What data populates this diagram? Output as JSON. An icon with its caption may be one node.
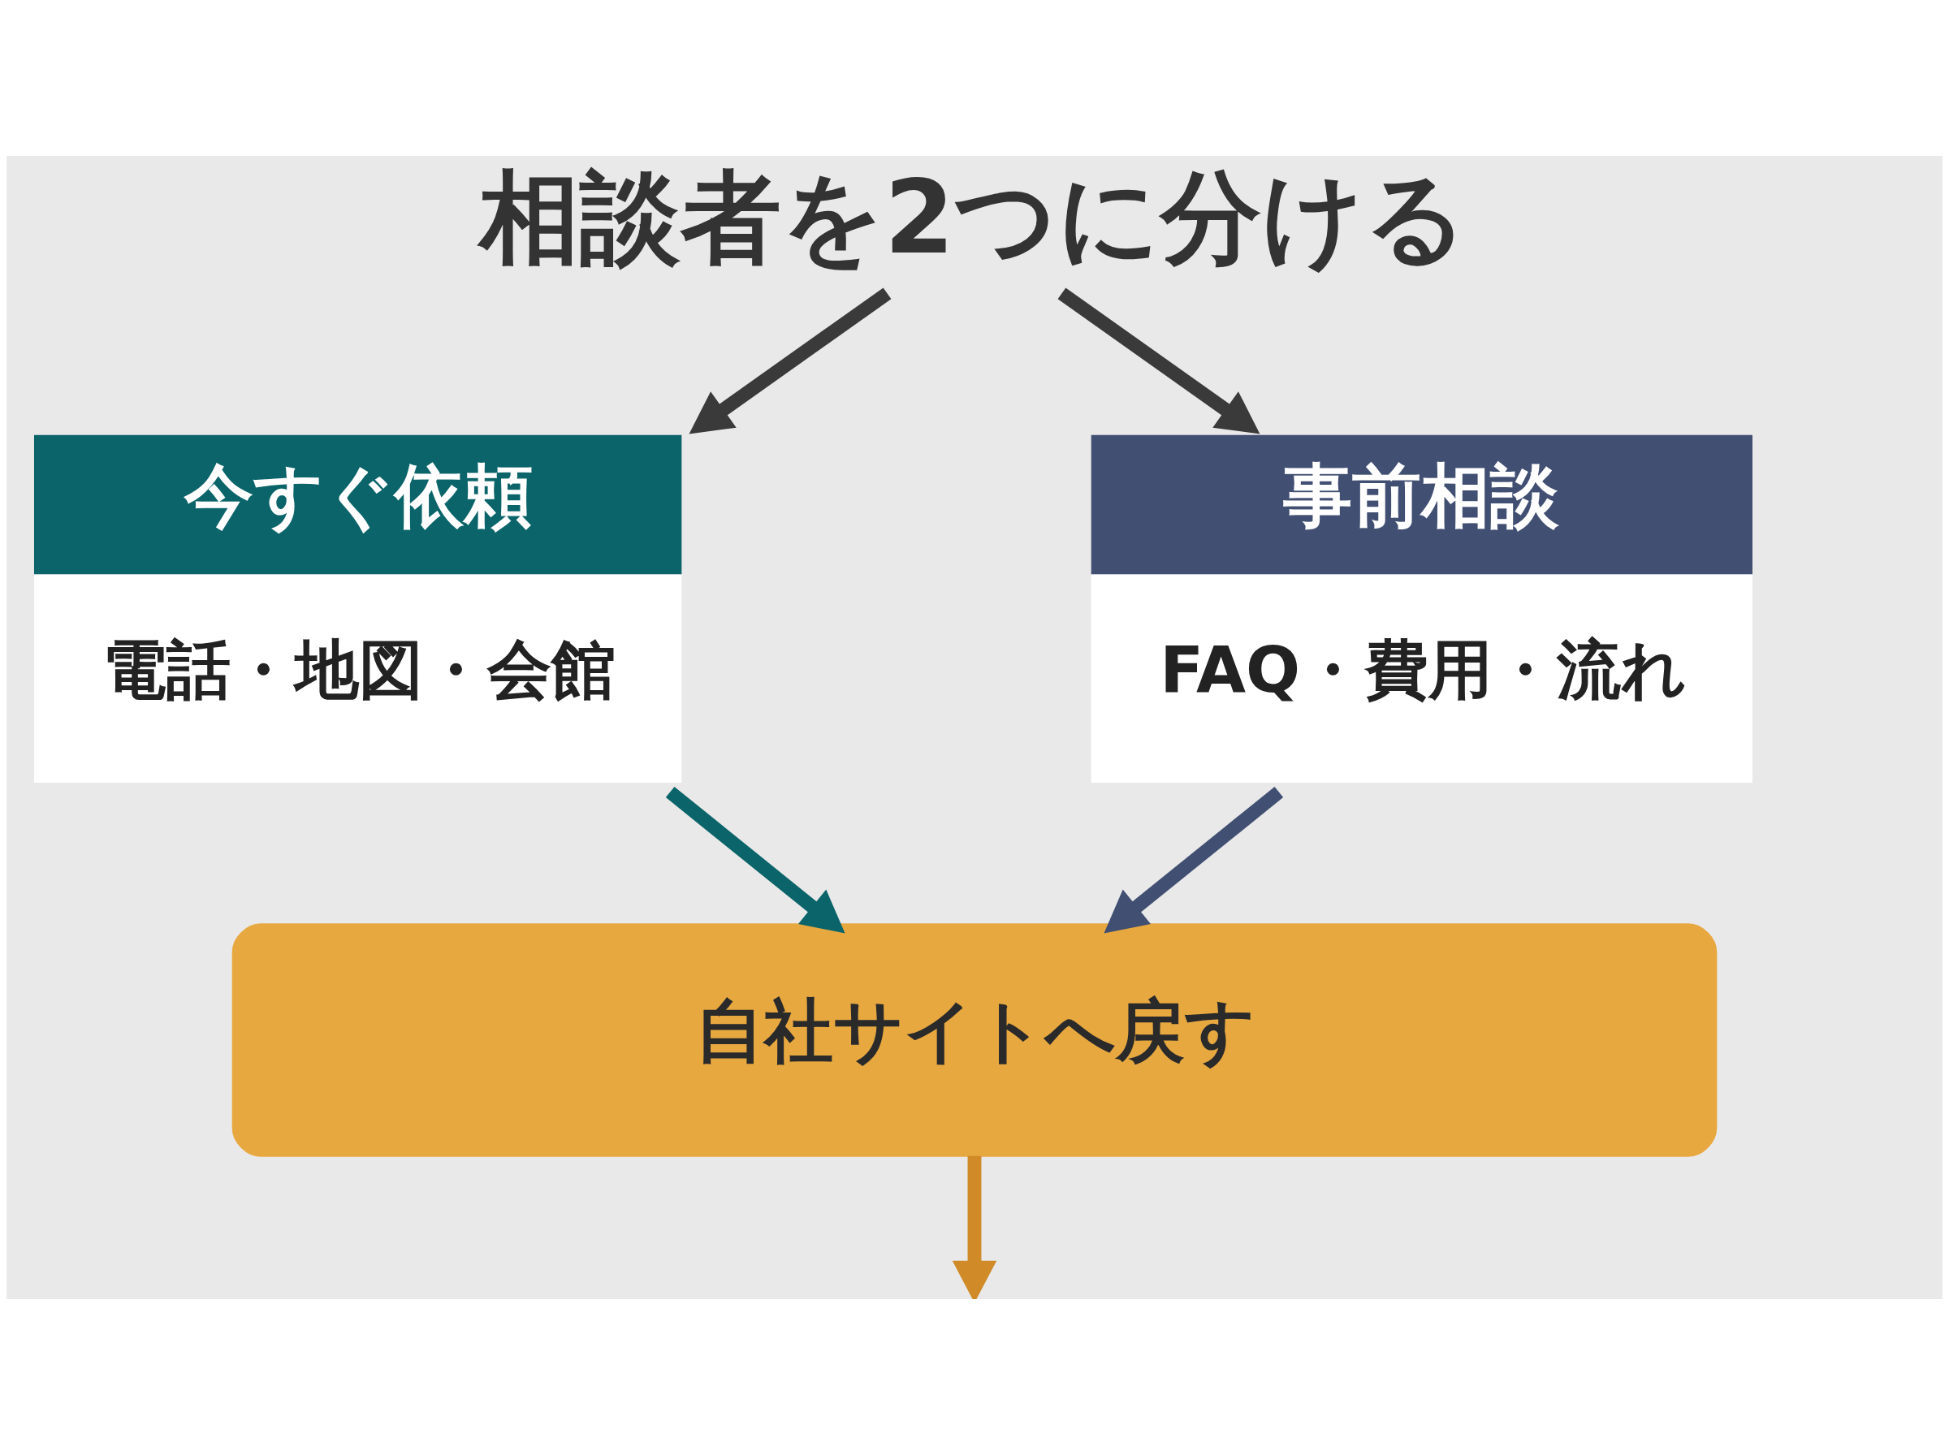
{
  "diagram": {
    "nodes": [
      {
        "text": [
          "相談者を2つに分ける"
        ]
      },
      {
        "text": [
          "今すぐ依頼",
          "電話・地図・会館"
        ]
      },
      {
        "text": [
          "事前相談",
          "FAQ・費用・流れ"
        ]
      },
      {
        "text": [
          "自社サイトへ戻す"
        ]
      }
    ],
    "edges": [
      {
        "from": 0,
        "to": 1,
        "arrow": "to"
      },
      {
        "from": 0,
        "to": 2,
        "arrow": "to"
      },
      {
        "from": 1,
        "to": 3,
        "arrow": "to",
        "color": "#0a6469"
      },
      {
        "from": 2,
        "to": 3,
        "arrow": "to",
        "color": "#414f72"
      },
      {
        "from": 3,
        "to": null,
        "arrow": "to",
        "color": "#d08a28"
      }
    ]
  }
}
